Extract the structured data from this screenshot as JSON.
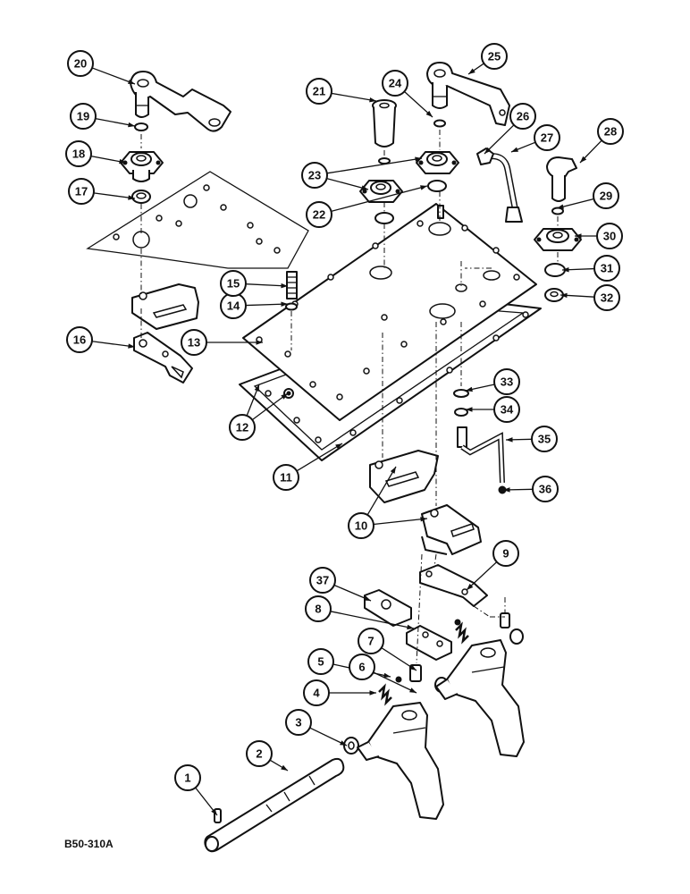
{
  "figure_code": "B50-310A",
  "callouts": [
    {
      "label": "1",
      "target": [
        243,
        912
      ]
    },
    {
      "label": "2",
      "target": [
        322,
        862
      ]
    },
    {
      "label": "3",
      "target": [
        388,
        834
      ]
    },
    {
      "label": "4",
      "target": [
        421,
        775
      ]
    },
    {
      "label": "5",
      "target": [
        437,
        757
      ]
    },
    {
      "label": "6",
      "target": [
        466,
        775
      ]
    },
    {
      "label": "7",
      "target": [
        466,
        750
      ]
    },
    {
      "label": "8",
      "target": [
        463,
        703
      ]
    },
    {
      "label": "9",
      "target": [
        522,
        660
      ]
    },
    {
      "label": "10",
      "target": [
        443,
        522
      ]
    },
    {
      "label": "11",
      "target": [
        383,
        496
      ]
    },
    {
      "label": "12",
      "target": [
        322,
        440
      ]
    },
    {
      "label": "13",
      "target": [
        294,
        383
      ]
    },
    {
      "label": "14",
      "target": [
        322,
        340
      ]
    },
    {
      "label": "15",
      "target": [
        322,
        320
      ]
    },
    {
      "label": "16",
      "target": [
        151,
        388
      ]
    },
    {
      "label": "17",
      "target": [
        151,
        222
      ]
    },
    {
      "label": "18",
      "target": [
        141,
        182
      ]
    },
    {
      "label": "19",
      "target": [
        151,
        141
      ]
    },
    {
      "label": "20",
      "target": [
        151,
        94
      ]
    },
    {
      "label": "21",
      "target": [
        421,
        113
      ]
    },
    {
      "label": "22",
      "target": [
        478,
        208
      ]
    },
    {
      "label": "23",
      "target": [
        472,
        177
      ]
    },
    {
      "label": "24",
      "target": [
        484,
        131
      ]
    },
    {
      "label": "25",
      "target": [
        524,
        83
      ]
    },
    {
      "label": "26",
      "target": [
        542,
        172
      ]
    },
    {
      "label": "27",
      "target": [
        572,
        170
      ]
    },
    {
      "label": "28",
      "target": [
        649,
        182
      ]
    },
    {
      "label": "29",
      "target": [
        623,
        233
      ]
    },
    {
      "label": "30",
      "target": [
        643,
        264
      ]
    },
    {
      "label": "31",
      "target": [
        629,
        302
      ]
    },
    {
      "label": "32",
      "target": [
        627,
        330
      ]
    },
    {
      "label": "33",
      "target": [
        521,
        437
      ]
    },
    {
      "label": "34",
      "target": [
        521,
        458
      ]
    },
    {
      "label": "35",
      "target": [
        566,
        492
      ]
    },
    {
      "label": "36",
      "target": [
        563,
        548
      ]
    },
    {
      "label": "37",
      "target": [
        415,
        672
      ]
    }
  ]
}
